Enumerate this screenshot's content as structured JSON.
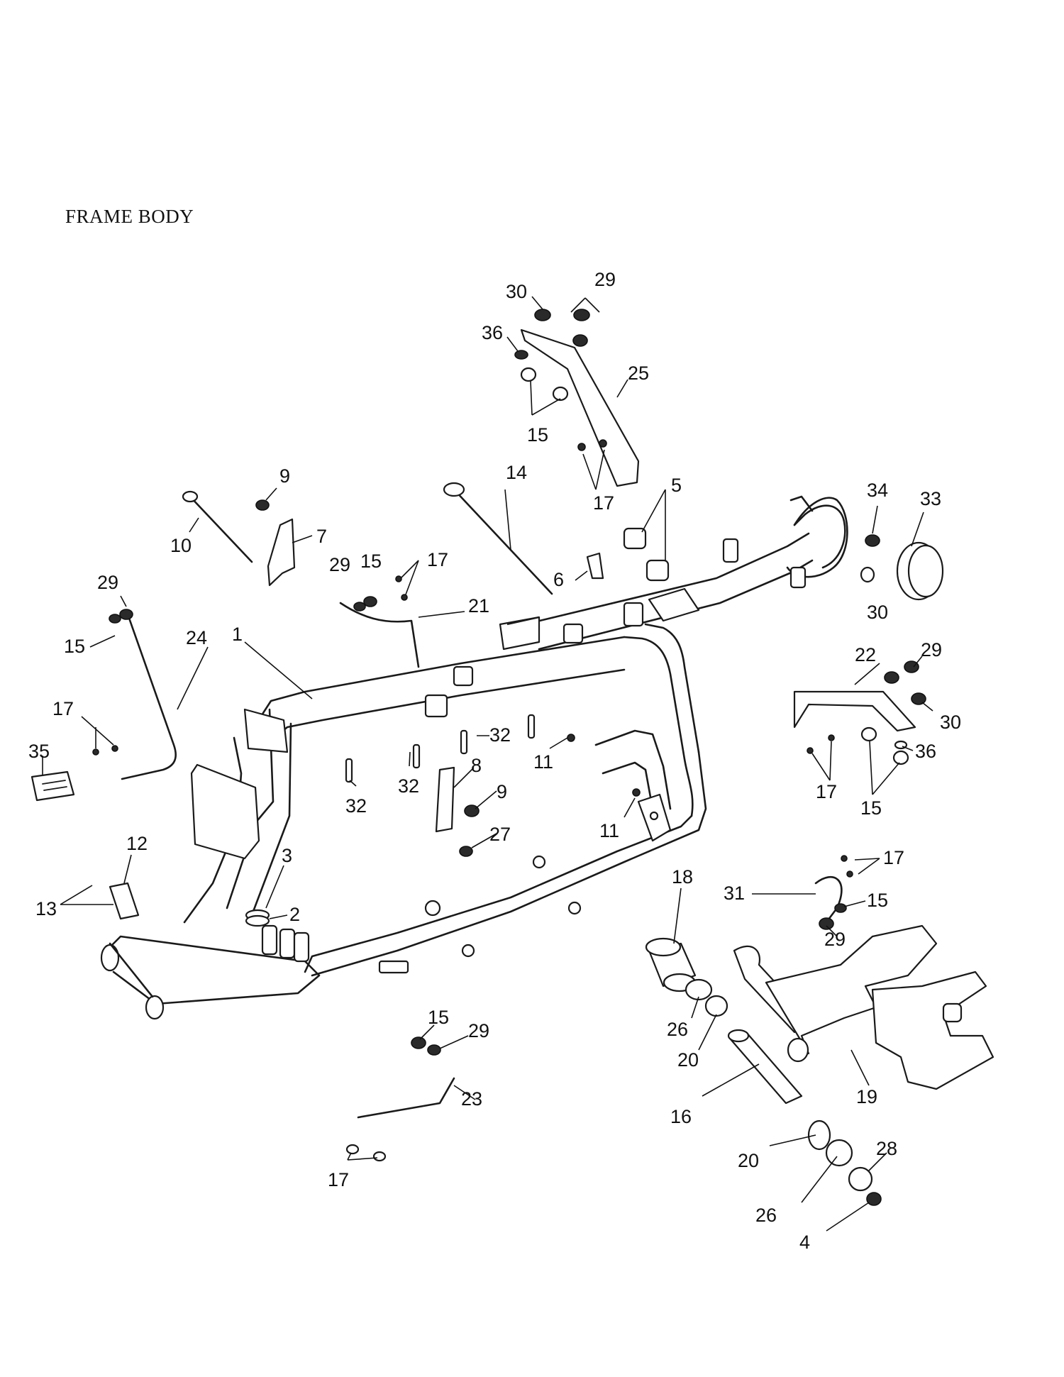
{
  "title": "FRAME BODY",
  "callouts": [
    {
      "id": "c29a",
      "label": "29"
    },
    {
      "id": "c30a",
      "label": "30"
    },
    {
      "id": "c36a",
      "label": "36"
    },
    {
      "id": "c25",
      "label": "25"
    },
    {
      "id": "c15a",
      "label": "15"
    },
    {
      "id": "c17a",
      "label": "17"
    },
    {
      "id": "c14",
      "label": "14"
    },
    {
      "id": "c5",
      "label": "5"
    },
    {
      "id": "c34",
      "label": "34"
    },
    {
      "id": "c33",
      "label": "33"
    },
    {
      "id": "c9a",
      "label": "9"
    },
    {
      "id": "c10",
      "label": "10"
    },
    {
      "id": "c7",
      "label": "7"
    },
    {
      "id": "c29b",
      "label": "29"
    },
    {
      "id": "c15b",
      "label": "15"
    },
    {
      "id": "c17b",
      "label": "17"
    },
    {
      "id": "c6",
      "label": "6"
    },
    {
      "id": "c30b",
      "label": "30"
    },
    {
      "id": "c21",
      "label": "21"
    },
    {
      "id": "c29c",
      "label": "29"
    },
    {
      "id": "c15c",
      "label": "15"
    },
    {
      "id": "c24",
      "label": "24"
    },
    {
      "id": "c1",
      "label": "1"
    },
    {
      "id": "c22",
      "label": "22"
    },
    {
      "id": "c29d",
      "label": "29"
    },
    {
      "id": "c30c",
      "label": "30"
    },
    {
      "id": "c17c",
      "label": "17"
    },
    {
      "id": "c32a",
      "label": "32"
    },
    {
      "id": "c11a",
      "label": "11"
    },
    {
      "id": "c36b",
      "label": "36"
    },
    {
      "id": "c35",
      "label": "35"
    },
    {
      "id": "c8",
      "label": "8"
    },
    {
      "id": "c32b",
      "label": "32"
    },
    {
      "id": "c32c",
      "label": "32"
    },
    {
      "id": "c9b",
      "label": "9"
    },
    {
      "id": "c17d",
      "label": "17"
    },
    {
      "id": "c15d",
      "label": "15"
    },
    {
      "id": "c11b",
      "label": "11"
    },
    {
      "id": "c27",
      "label": "27"
    },
    {
      "id": "c12",
      "label": "12"
    },
    {
      "id": "c3",
      "label": "3"
    },
    {
      "id": "c13",
      "label": "13"
    },
    {
      "id": "c18",
      "label": "18"
    },
    {
      "id": "c17e",
      "label": "17"
    },
    {
      "id": "c31",
      "label": "31"
    },
    {
      "id": "c15e",
      "label": "15"
    },
    {
      "id": "c2",
      "label": "2"
    },
    {
      "id": "c29e",
      "label": "29"
    },
    {
      "id": "c15f",
      "label": "15"
    },
    {
      "id": "c29f",
      "label": "29"
    },
    {
      "id": "c26a",
      "label": "26"
    },
    {
      "id": "c20a",
      "label": "20"
    },
    {
      "id": "c19",
      "label": "19"
    },
    {
      "id": "c23",
      "label": "23"
    },
    {
      "id": "c16",
      "label": "16"
    },
    {
      "id": "c28",
      "label": "28"
    },
    {
      "id": "c20b",
      "label": "20"
    },
    {
      "id": "c17f",
      "label": "17"
    },
    {
      "id": "c26b",
      "label": "26"
    },
    {
      "id": "c4",
      "label": "4"
    }
  ]
}
